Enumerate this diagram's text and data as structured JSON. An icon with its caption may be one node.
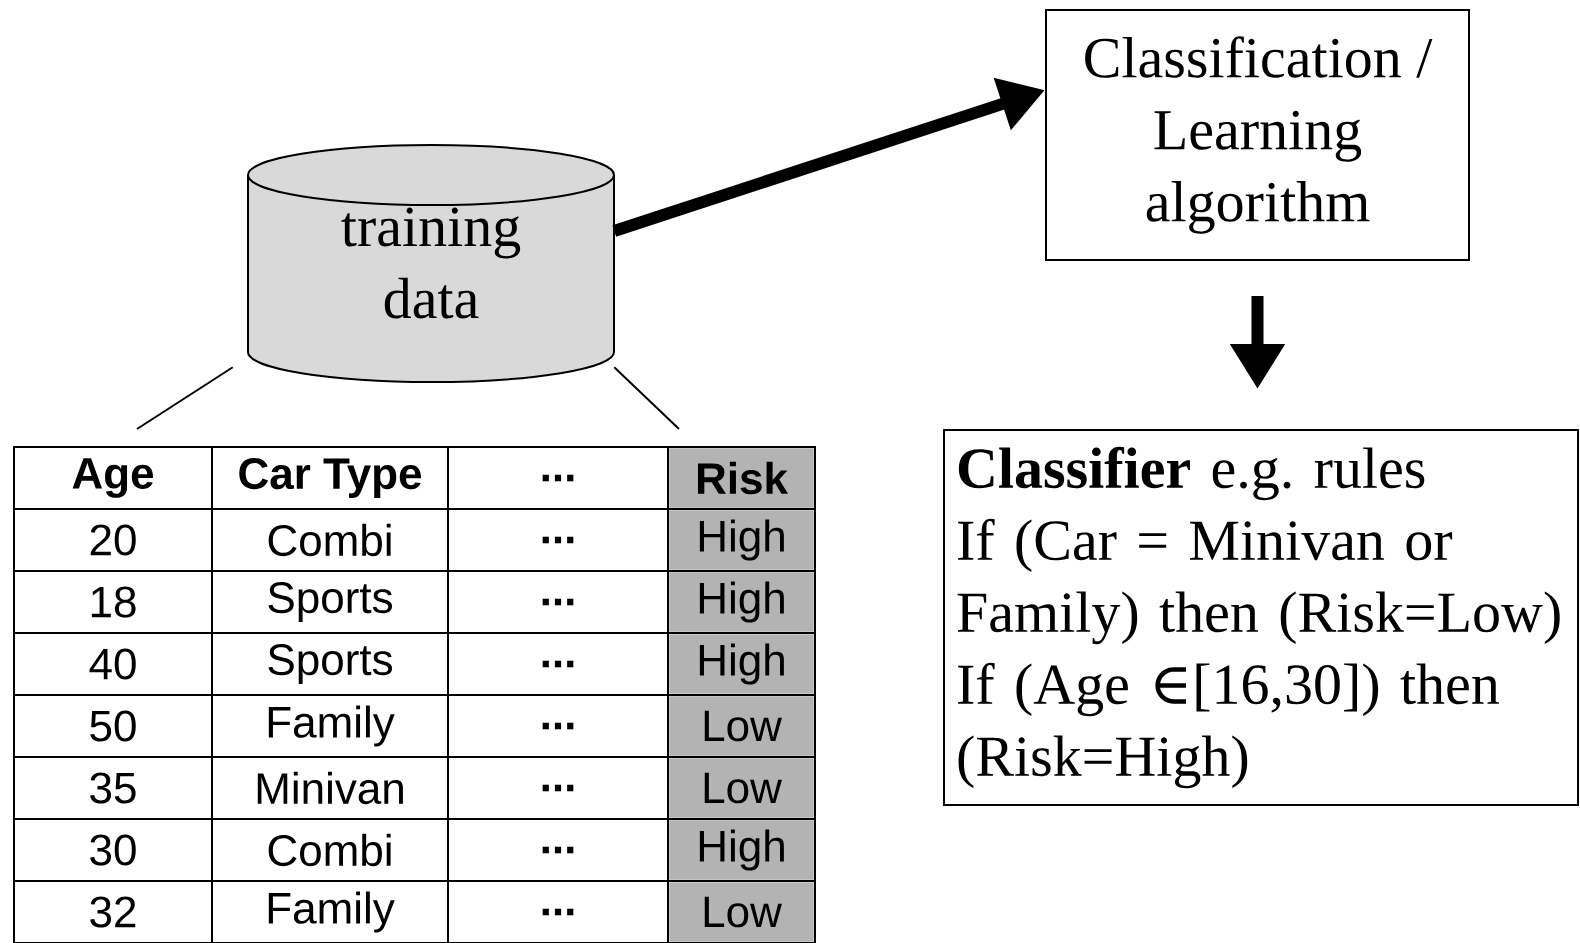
{
  "diagram": {
    "nodes": [
      {
        "text": [
          "training data"
        ]
      },
      {
        "text": [
          "Classification / Learning algorithm"
        ]
      },
      {
        "text": [
          "**Classifier** e.g. rules",
          "If (Car = Minivan or Family) then (Risk=Low)",
          "If (Age ∈[16,30]) then (Risk=High)"
        ]
      },
      {
        "text": [],
        "shape": "box"
      }
    ],
    "edges": [
      {
        "from": 0,
        "to": 1,
        "arrow": "to",
        "style": "thick"
      },
      {
        "from": 1,
        "to": 2,
        "arrow": "to",
        "style": "thick"
      },
      {
        "from": 0,
        "to": 3,
        "arrow": "none"
      },
      {
        "from": 0,
        "to": 3,
        "arrow": "none"
      }
    ],
    "labels": [
      "Age",
      "Car Type",
      "...",
      "Risk",
      "20",
      "Combi",
      "...",
      "High",
      "18",
      "Sports",
      "...",
      "High",
      "40",
      "Sports",
      "...",
      "High",
      "50",
      "Family",
      "...",
      "Low",
      "35",
      "Minivan",
      "...",
      "Low",
      "30",
      "Combi",
      "...",
      "High",
      "32",
      "Family",
      "...",
      "Low"
    ]
  }
}
